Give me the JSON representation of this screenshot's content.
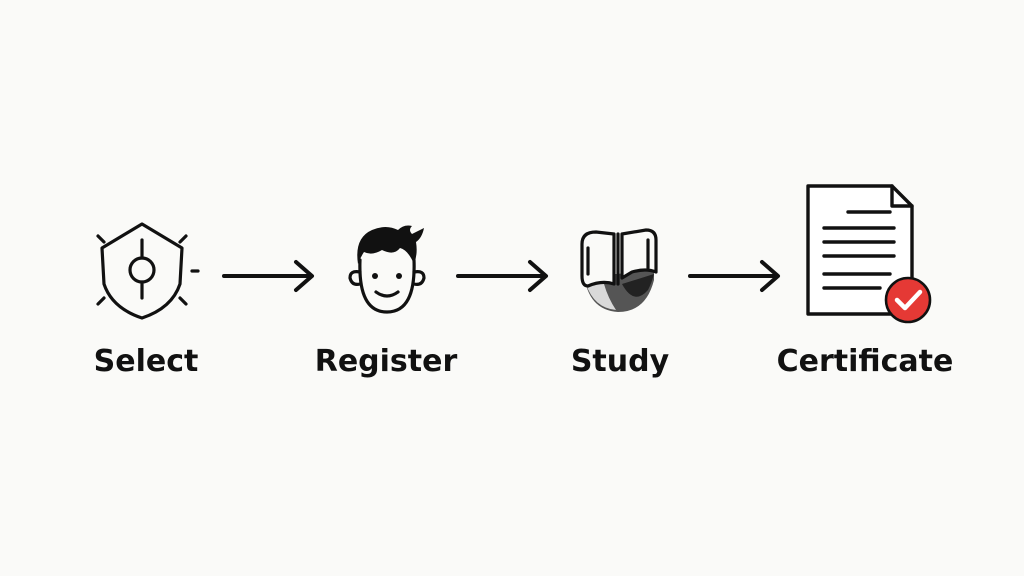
{
  "diagram": {
    "steps": [
      {
        "label": "Select",
        "icon": "shield-target-icon"
      },
      {
        "label": "Register",
        "icon": "person-face-icon"
      },
      {
        "label": "Study",
        "icon": "book-icon"
      },
      {
        "label": "Certificate",
        "icon": "certificate-document-icon"
      }
    ],
    "connector": "arrow-right-icon",
    "colors": {
      "background": "#fafaf8",
      "stroke": "#111111",
      "check_badge": "#e53935"
    }
  }
}
